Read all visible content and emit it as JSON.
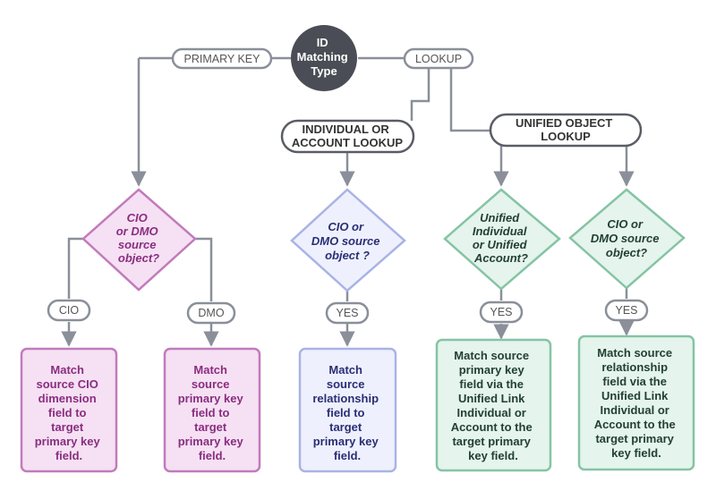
{
  "root": [
    "ID",
    "Matching",
    "Type"
  ],
  "branches": {
    "primary_key": "PRIMARY KEY",
    "lookup": "LOOKUP"
  },
  "lookup_types": {
    "individual": [
      "INDIVIDUAL OR",
      "ACCOUNT LOOKUP"
    ],
    "unified": [
      "UNIFIED OBJECT",
      "LOOKUP"
    ]
  },
  "decisions": {
    "pk": [
      "CIO",
      "or DMO",
      "source",
      "object?"
    ],
    "individual": [
      "CIO or",
      "DMO source",
      "object ?"
    ],
    "unified_a": [
      "Unified",
      "Individual",
      "or Unified",
      "Account?"
    ],
    "unified_b": [
      "CIO or",
      "DMO source",
      "object?"
    ]
  },
  "answers": {
    "cio": "CIO",
    "dmo": "DMO",
    "yes": "YES"
  },
  "outcomes": {
    "cio_dimension": [
      "Match",
      "source CIO",
      "dimension",
      "field to",
      "target",
      "primary key",
      "field."
    ],
    "dmo_primary": [
      "Match",
      "source",
      "primary key",
      "field to",
      "target",
      "primary key",
      "field."
    ],
    "individual_rel": [
      "Match",
      "source",
      "relationship",
      "field to",
      "target",
      "primary key",
      "field."
    ],
    "unified_primary": [
      "Match  source",
      "primary key",
      "field  via the",
      "Unified Link",
      "Individual or",
      "Account to the",
      "target primary",
      "key field."
    ],
    "unified_rel": [
      "Match  source",
      "relationship",
      "field via the",
      "Unified Link",
      "Individual or",
      "Account to the",
      "target primary",
      "key field."
    ]
  },
  "colors": {
    "connector": "#8a8f99",
    "root_fill": "#4a4d55",
    "pink_border": "#c27bbb",
    "pink_fill": "#f5e1f3",
    "pink_text": "#8a2d80",
    "blue_border": "#a9b3e6",
    "blue_fill": "#eef1fd",
    "blue_text": "#2b2e74",
    "green_border": "#85c4a4",
    "green_fill": "#e5f4ec",
    "green_text": "#224033"
  }
}
